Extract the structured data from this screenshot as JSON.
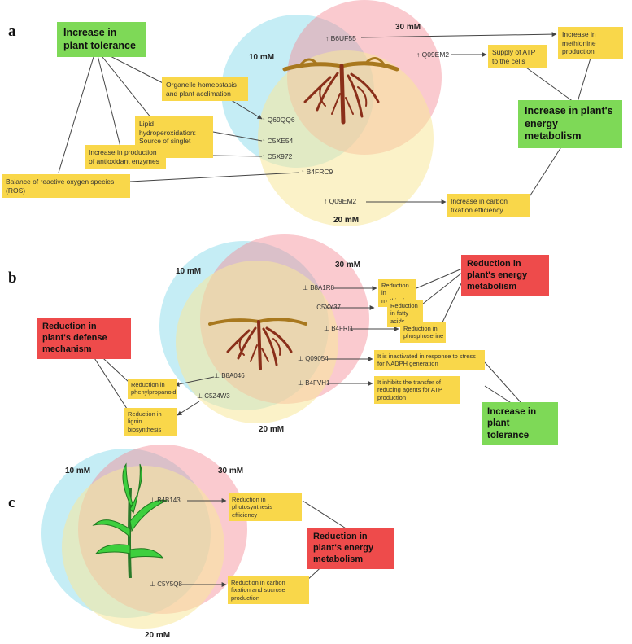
{
  "panels": {
    "a": {
      "letter": "a",
      "conc_10": "10 mM",
      "conc_30": "30 mM",
      "conc_20": "20 mM",
      "proteins": [
        "↑ B6UF55",
        "↑ Q09EM2",
        "↑ Q69QQ6",
        "↑ C5XE54",
        "↑ C5X972",
        "↑ B4FRC9",
        "↑ Q09EM2"
      ],
      "green_tolerance": "Increase in plant tolerance",
      "green_energy": "Increase in plant's energy metabolism",
      "boxes": [
        "Increase in methionine production",
        "Supply of ATP to the cells",
        "Organelle homeostasis and plant acclimation",
        "Lipid hydroperoxidation: Source of singlet oxygen",
        "Increase in production of antioxidant enzymes",
        "Balance of reactive oxygen species (ROS)",
        "Increase in carbon fixation efficiency"
      ]
    },
    "b": {
      "letter": "b",
      "conc_10": "10 mM",
      "conc_30": "30 mM",
      "conc_20": "20 mM",
      "proteins": [
        "⊥ B8A1R8",
        "⊥ C5XY37",
        "⊥ B4FRI1",
        "⊥ Q09054",
        "⊥ B4FVH1",
        "⊥ B8A046",
        "⊥ C5Z4W3"
      ],
      "red_energy": "Reduction in plant's energy metabolism",
      "red_defense": "Reduction in plant's defense mechanism",
      "green_tolerance": "Increase in plant tolerance",
      "boxes": [
        "Reduction in methionine",
        "Reduction in fatty acids",
        "Reduction in phosphoserine",
        "It is inactivated in response to stress for NADPH generation",
        "It inhibits the transfer of reducing agents for ATP production",
        "Reduction in phenylpropanoid",
        "Reduction in lignin biosynthesis"
      ]
    },
    "c": {
      "letter": "c",
      "conc_10": "10 mM",
      "conc_30": "30 mM",
      "conc_20": "20 mM",
      "proteins": [
        "⊥ B4B143",
        "⊥ C5Y5Q8"
      ],
      "red_energy": "Reduction in plant's energy metabolism",
      "boxes": [
        "Reduction in photosynthesis efficiency",
        "Reduction in carbon fixation and sucrose production"
      ]
    }
  },
  "colors": {
    "circle_10": "#7fd8e8",
    "circle_30": "#f48a94",
    "circle_20": "#f8e79a",
    "yellow_box": "#f9d74a",
    "green_box": "#7ed957",
    "red_box": "#ee4b4b",
    "root": "#8a2f1a",
    "leaf": "#3ecf3e"
  },
  "icons": [
    "root-icon",
    "root-icon",
    "plant-leaf-icon"
  ]
}
